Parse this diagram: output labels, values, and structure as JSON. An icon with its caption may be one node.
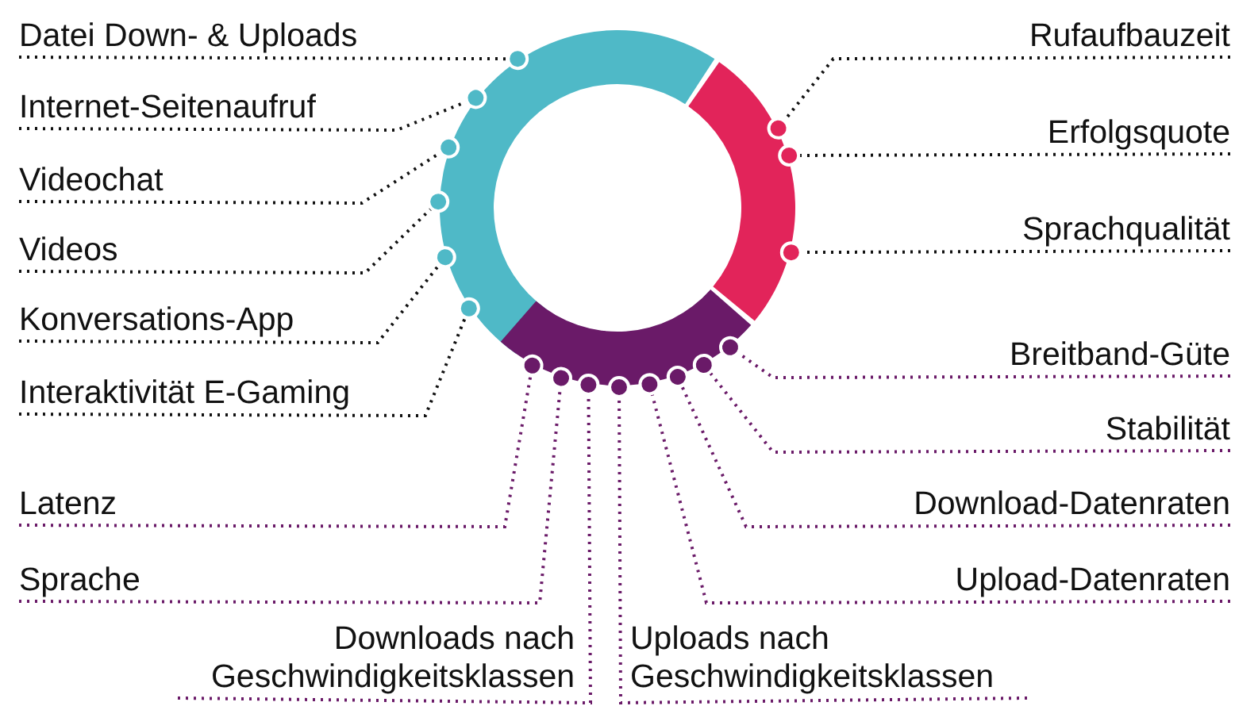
{
  "diagram": {
    "nodes": [
      {
        "text": [],
        "shape": "arc"
      },
      {
        "text": [],
        "shape": "arc"
      },
      {
        "text": [],
        "shape": "arc"
      },
      {
        "text": [
          "Datei Down- & Uploads"
        ]
      },
      {
        "text": [
          "Internet-Seitenaufruf"
        ]
      },
      {
        "text": [
          "Videochat"
        ]
      },
      {
        "text": [
          "Videos"
        ]
      },
      {
        "text": [
          "Konversations-App"
        ]
      },
      {
        "text": [
          "Interaktivität E-Gaming"
        ]
      },
      {
        "text": [
          "Rufaufbauzeit"
        ]
      },
      {
        "text": [
          "Erfolgsquote"
        ]
      },
      {
        "text": [
          "Sprachqualität"
        ]
      },
      {
        "text": [
          "Breitband-Güte"
        ]
      },
      {
        "text": [
          "Stabilität"
        ]
      },
      {
        "text": [
          "Download-Datenraten"
        ]
      },
      {
        "text": [
          "Upload-Datenraten"
        ]
      },
      {
        "text": [
          "Latenz"
        ]
      },
      {
        "text": [
          "Sprache"
        ]
      },
      {
        "text": [
          "Downloads nach Geschwindigkeitsklassen"
        ]
      },
      {
        "text": [
          "Uploads nach Geschwindigkeitsklassen"
        ]
      }
    ],
    "edges": [
      {
        "from": 3,
        "to": 0,
        "arrow": "other"
      },
      {
        "from": 4,
        "to": 0,
        "arrow": "other"
      },
      {
        "from": 5,
        "to": 0,
        "arrow": "other"
      },
      {
        "from": 6,
        "to": 0,
        "arrow": "other"
      },
      {
        "from": 7,
        "to": 0,
        "arrow": "other"
      },
      {
        "from": 8,
        "to": 0,
        "arrow": "other"
      },
      {
        "from": 9,
        "to": 1,
        "arrow": "other"
      },
      {
        "from": 10,
        "to": 1,
        "arrow": "other"
      },
      {
        "from": 11,
        "to": 1,
        "arrow": "other"
      },
      {
        "from": 12,
        "to": 2,
        "arrow": "other",
        "color": "#6a1a68"
      },
      {
        "from": 13,
        "to": 2,
        "arrow": "other",
        "color": "#6a1a68"
      },
      {
        "from": 14,
        "to": 2,
        "arrow": "other",
        "color": "#6a1a68"
      },
      {
        "from": 15,
        "to": 2,
        "arrow": "other",
        "color": "#6a1a68"
      },
      {
        "from": 16,
        "to": 2,
        "arrow": "other",
        "color": "#6a1a68"
      },
      {
        "from": 17,
        "to": 2,
        "arrow": "other",
        "color": "#6a1a68"
      },
      {
        "from": 18,
        "to": 2,
        "arrow": "other",
        "color": "#6a1a68"
      },
      {
        "from": 19,
        "to": 2,
        "arrow": "other",
        "color": "#6a1a68"
      }
    ]
  }
}
